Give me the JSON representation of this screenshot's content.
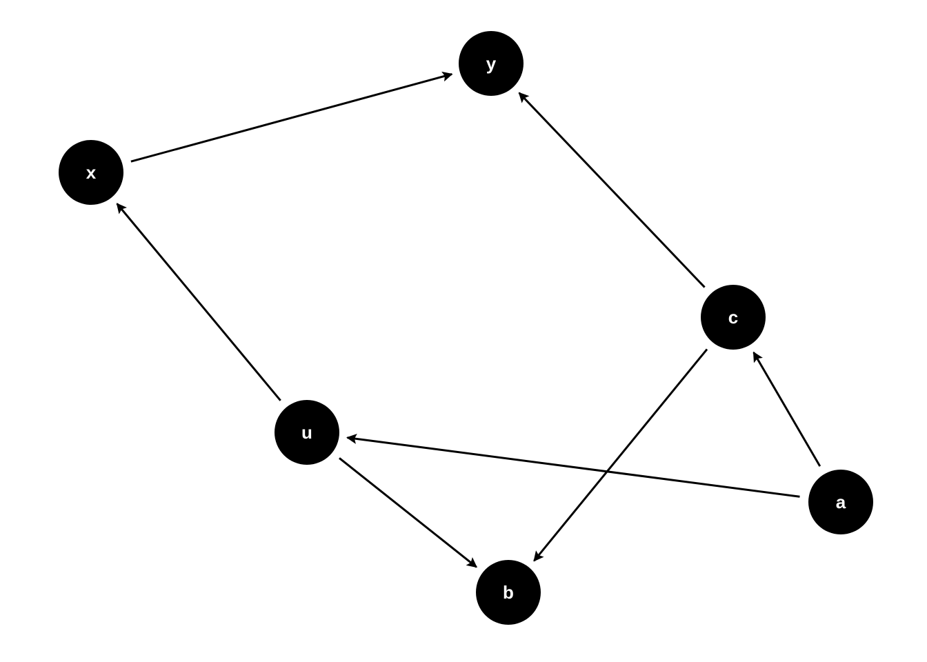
{
  "diagram": {
    "type": "directed-graph",
    "node_color": "#000000",
    "label_color": "#ffffff",
    "edge_color": "#000000",
    "nodes": [
      {
        "id": "y",
        "label": "y"
      },
      {
        "id": "x",
        "label": "x"
      },
      {
        "id": "c",
        "label": "c"
      },
      {
        "id": "u",
        "label": "u"
      },
      {
        "id": "a",
        "label": "a"
      },
      {
        "id": "b",
        "label": "b"
      }
    ],
    "edges": [
      {
        "from": "x",
        "to": "y"
      },
      {
        "from": "c",
        "to": "y"
      },
      {
        "from": "u",
        "to": "x"
      },
      {
        "from": "c",
        "to": "b"
      },
      {
        "from": "u",
        "to": "b"
      },
      {
        "from": "a",
        "to": "u"
      },
      {
        "from": "a",
        "to": "c"
      }
    ]
  }
}
